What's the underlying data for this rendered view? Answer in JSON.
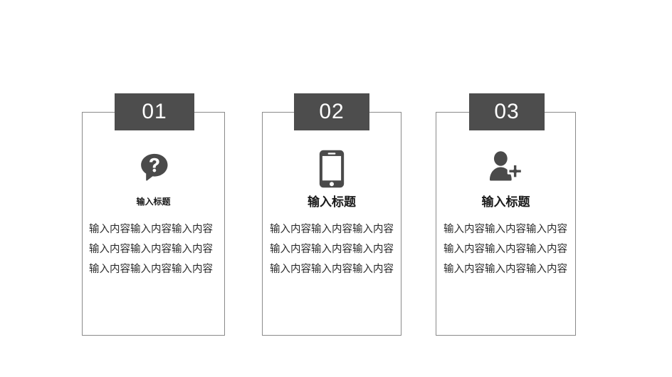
{
  "slide": {
    "background_color": "#ffffff",
    "badge_color": "#4d4d4d",
    "badge_text_color": "#ffffff",
    "border_color": "#8a8a8a",
    "icon_color": "#4a4a4a",
    "title_color": "#1a1a1a",
    "body_color": "#2b2b2b"
  },
  "cards": [
    {
      "number": "01",
      "icon": "speech-bubble-question-icon",
      "title": "输入标题",
      "body": "输入内容输入内容输入内容输入内容输入内容输入内容输入内容输入内容输入内容"
    },
    {
      "number": "02",
      "icon": "smartphone-icon",
      "title": "输入标题",
      "body": "输入内容输入内容输入内容输入内容输入内容输入内容输入内容输入内容输入内容"
    },
    {
      "number": "03",
      "icon": "add-user-icon",
      "title": "输入标题",
      "body": "输入内容输入内容输入内容输入内容输入内容输入内容输入内容输入内容输入内容"
    }
  ]
}
